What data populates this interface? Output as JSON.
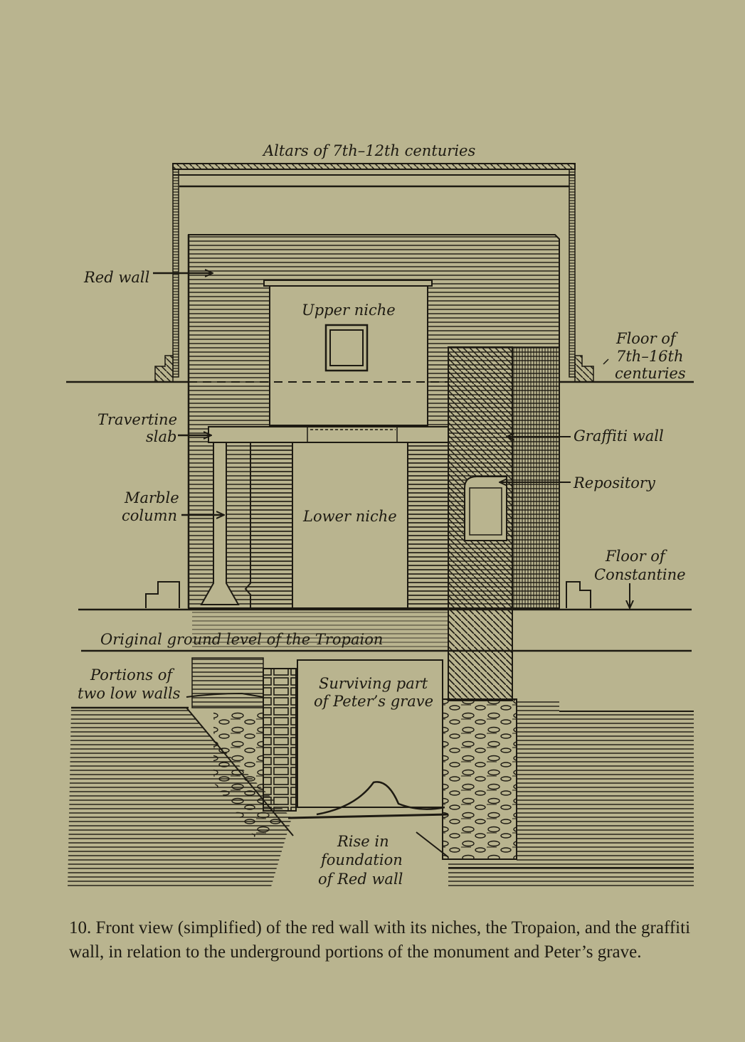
{
  "labels": {
    "altars": "Altars of 7th–12th centuries",
    "red_wall": "Red wall",
    "upper_niche": "Upper niche",
    "floor_7th_line1": "Floor of",
    "floor_7th_line2": "7th–16th",
    "floor_7th_line3": "centuries",
    "travertine_line1": "Travertine",
    "travertine_line2": "slab",
    "graffiti_wall": "Graffiti wall",
    "repository": "Repository",
    "marble_line1": "Marble",
    "marble_line2": "column",
    "lower_niche": "Lower niche",
    "floor_const_line1": "Floor of",
    "floor_const_line2": "Constantine",
    "ground_level": "Original ground level of the Tropaion",
    "portions_line1": "Portions of",
    "portions_line2": "two low walls",
    "grave_line1": "Surviving part",
    "grave_line2": "of Peter’s grave",
    "rise_line1": "Rise in",
    "rise_line2": "foundation",
    "rise_line3": "of Red wall"
  },
  "caption": "10. Front view (simplified) of the red wall with its niches, the Tropaion, and the graffiti wall, in relation to the underground portions of the monument and Peter’s grave."
}
